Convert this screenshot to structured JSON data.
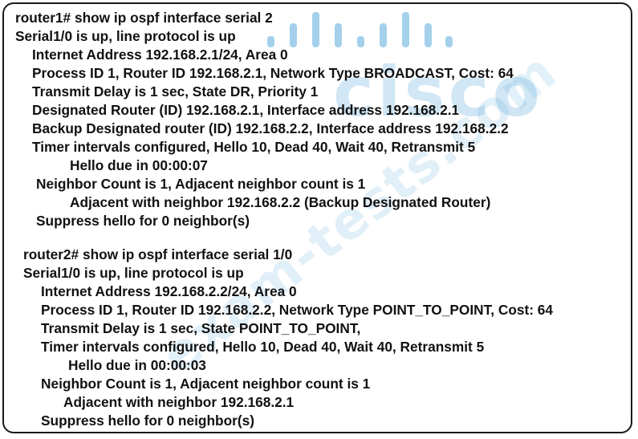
{
  "watermark": {
    "logo_text": "cisco",
    "site_text": "exam-tests.com"
  },
  "router1": {
    "lines": [
      "router1# show ip ospf interface serial 2",
      "Serial1/0 is up, line protocol is up",
      "Internet Address 192.168.2.1/24, Area 0",
      "Process ID 1, Router ID 192.168.2.1, Network Type BROADCAST, Cost: 64",
      "Transmit Delay is 1 sec, State DR, Priority 1",
      "Designated Router (ID) 192.168.2.1, Interface address 192.168.2.1",
      "Backup Designated router (ID) 192.168.2.2, Interface address 192.168.2.2",
      "Timer intervals configured, Hello 10, Dead 40, Wait 40, Retransmit 5",
      "Hello due in 00:00:07",
      "Neighbor Count is 1, Adjacent neighbor count is 1",
      "Adjacent with neighbor 192.168.2.2 (Backup Designated Router)",
      "Suppress hello for 0 neighbor(s)"
    ]
  },
  "router2": {
    "lines": [
      "router2# show ip ospf interface serial 1/0",
      "Serial1/0 is up, line protocol is up",
      "Internet Address 192.168.2.2/24, Area 0",
      "Process ID 1, Router ID 192.168.2.2, Network Type POINT_TO_POINT, Cost: 64",
      "Transmit Delay is 1 sec, State POINT_TO_POINT,",
      "Timer intervals configured, Hello 10, Dead 40, Wait 40, Retransmit 5",
      "Hello due in 00:00:03",
      "Neighbor Count is 1, Adjacent neighbor count is 1",
      "Adjacent with neighbor 192.168.2.1",
      "Suppress hello for 0 neighbor(s)"
    ]
  }
}
